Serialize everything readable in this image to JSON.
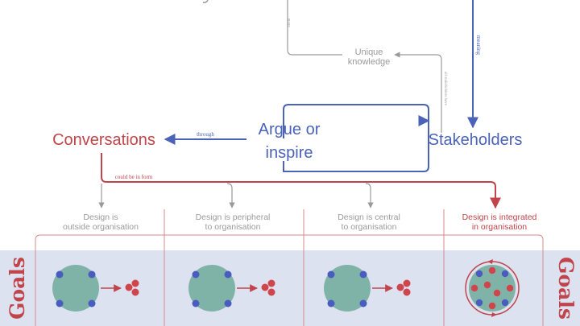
{
  "nodes": {
    "unique_knowledge": [
      "Unique",
      "knowledge"
    ],
    "argue_or_inspire": [
      "Argue or",
      "inspire"
    ],
    "conversations": "Conversations",
    "stakeholders": "Stakeholders"
  },
  "edge_labels": {
    "through": "through",
    "could_be_in_form": "could be in form",
    "meaning": "meaning",
    "about": "about",
    "stakeholders_have": "all stakeholders have"
  },
  "categories": [
    {
      "line1": "Design is",
      "line2": "outside organisation",
      "highlight": false
    },
    {
      "line1": "Design is peripheral",
      "line2": "to organisation",
      "highlight": false
    },
    {
      "line1": "Design is central",
      "line2": "to organisation",
      "highlight": false
    },
    {
      "line1": "Design is integrated",
      "line2": "in organisation",
      "highlight": true
    }
  ],
  "goals_label": "Goals",
  "colors": {
    "red": "#c0444a",
    "blue": "#4a63b8",
    "gray": "#9a9a9a",
    "panel": "#dde2f0",
    "circle": "#7fb3a8",
    "dot_blue": "#4a5cc0",
    "dot_red": "#d0444c",
    "frame_red": "#d68a8e"
  }
}
